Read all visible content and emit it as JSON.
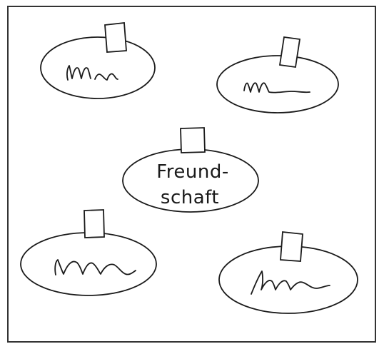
{
  "center_tag": {
    "line1": "Freund-",
    "line2": "schaft"
  },
  "tags": [
    {
      "id": "top-left",
      "content": "scribble"
    },
    {
      "id": "top-right",
      "content": "scribble"
    },
    {
      "id": "center",
      "content": "text"
    },
    {
      "id": "bottom-left",
      "content": "scribble"
    },
    {
      "id": "bottom-right",
      "content": "scribble"
    }
  ]
}
